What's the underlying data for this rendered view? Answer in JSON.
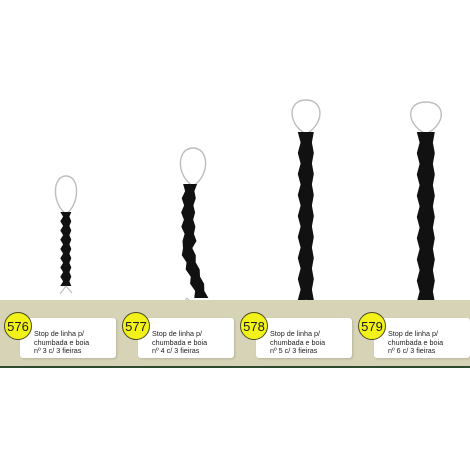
{
  "products": [
    {
      "code": "576",
      "lines": [
        "Stop de linha p/",
        "chumbada e boia",
        "nº 3 c/ 3 fieiras"
      ]
    },
    {
      "code": "577",
      "lines": [
        "Stop de linha p/",
        "chumbada e boia",
        "nº 4 c/ 3 fieiras"
      ]
    },
    {
      "code": "578",
      "lines": [
        "Stop de linha p/",
        "chumbada e boia",
        "nº 5 c/ 3 fieiras"
      ]
    },
    {
      "code": "579",
      "lines": [
        "Stop de linha p/",
        "chumbada e boia",
        "nº 6 c/ 3 fieiras"
      ]
    }
  ],
  "colors": {
    "badge": "#f2f21a",
    "band": "#d6d3b7",
    "stopper": "#111111",
    "loop": "#bdbdbd"
  }
}
